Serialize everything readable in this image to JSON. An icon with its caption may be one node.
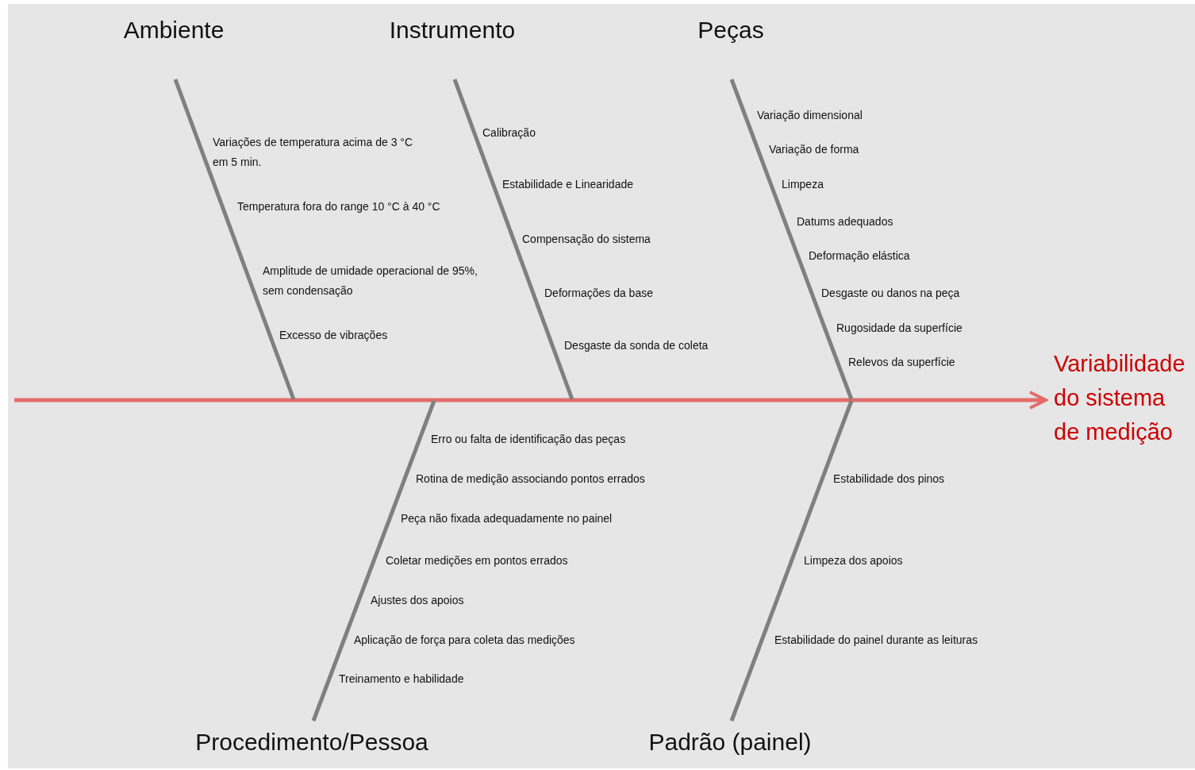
{
  "diagram": {
    "nodes": [
      {
        "text": [
          "Ambiente"
        ]
      },
      {
        "text": [
          "Instrumento"
        ]
      },
      {
        "text": [
          "Peças"
        ]
      },
      {
        "text": [
          "Procedimento/Pessoa"
        ]
      },
      {
        "text": [
          "Padrão (painel)"
        ]
      },
      {
        "text": [
          "Variabilidade do sistema de medição"
        ]
      }
    ],
    "edges": [
      {
        "from": null,
        "to": 5,
        "arrow": "to",
        "color": "#e46c6c"
      },
      {
        "from": 0,
        "to": null,
        "arrow": "none"
      },
      {
        "from": 1,
        "to": null,
        "arrow": "none"
      },
      {
        "from": 2,
        "to": null,
        "arrow": "none"
      },
      {
        "from": 3,
        "to": null,
        "arrow": "none"
      },
      {
        "from": 4,
        "to": null,
        "arrow": "none"
      }
    ],
    "labels": [
      "Variações de temperatura acima de 3 °C em 5 min.",
      "Temperatura fora do range 10 °C à 40 °C",
      "Amplitude de umidade operacional de 95%, sem condensação",
      "Excesso de vibrações",
      "Calibração",
      "Estabilidade e Linearidade",
      "Compensação do sistema",
      "Deformações da base",
      "Desgaste da sonda de coleta",
      "Variação dimensional",
      "Variação de forma",
      "Limpeza",
      "Datums adequados",
      "Deformação elástica",
      "Desgaste ou danos na peça",
      "Rugosidade da superfície",
      "Relevos da superfície",
      "Erro ou falta de identificação das peças",
      "Rotina de medição associando pontos errados",
      "Peça não fixada adequadamente no painel",
      "Coletar medições em pontos errados",
      "Ajustes dos apoios",
      "Aplicação de força para coleta das medições",
      "Treinamento e habilidade",
      "Estabilidade dos pinos",
      "Limpeza dos apoios",
      "Estabilidade do painel durante as leituras"
    ]
  }
}
